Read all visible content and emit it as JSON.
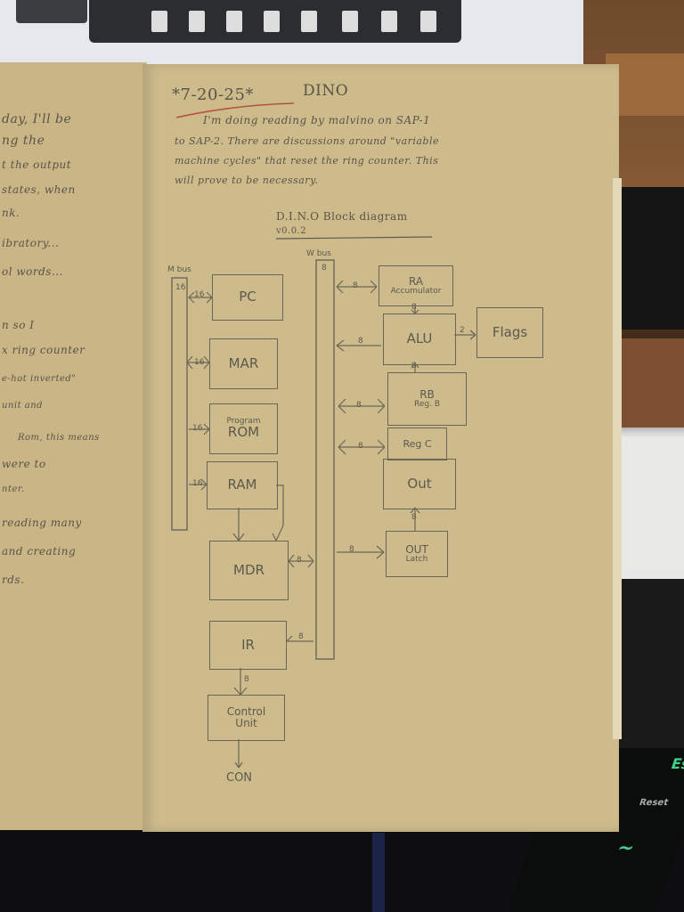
{
  "left_page": {
    "lines": [
      "day, I'll be",
      "ng the",
      "t  the output",
      "states, when",
      "nk.",
      "ibratory...",
      "ol words...",
      "n  so  I",
      "x  ring counter",
      "e-hot inverted\"",
      "unit and",
      "Rom, this means",
      "were  to",
      "nter.",
      "reading  many",
      "and  creating",
      "rds."
    ]
  },
  "right_page": {
    "date": "*7-20-25*",
    "title": "DINO",
    "paragraph": [
      "I'm doing reading by malvino on SAP-1",
      "to SAP-2. There are discussions around \"variable",
      "machine cycles\" that reset the ring counter. This",
      "will prove to be necessary."
    ],
    "diagram_title": "D.I.N.O  Block diagram",
    "diagram_version": "v0.0.2"
  },
  "diagram": {
    "mbus_label": "M bus",
    "mbus_width": "16",
    "wbus_label": "W bus",
    "wbus_width": "8",
    "blocks": {
      "pc": "PC",
      "mar": "MAR",
      "rom_top": "Program",
      "rom": "ROM",
      "ram": "RAM",
      "mdr": "MDR",
      "ir": "IR",
      "control_top": "Control",
      "control_bottom": "Unit",
      "ra_top": "RA",
      "ra_bottom": "Accumulator",
      "alu": "ALU",
      "flags": "Flags",
      "rb_top": "RB",
      "rb_bottom": "Reg. B",
      "regc": "Reg C",
      "out": "Out",
      "outlatch_top": "OUT",
      "outlatch_bottom": "Latch"
    },
    "widths": {
      "pc": "16",
      "mar": "16",
      "rom": "16",
      "ram": "16",
      "mdr": "8",
      "ir": "8",
      "ir_cu": "8",
      "ra": "8",
      "ra_alu": "8",
      "alu": "8",
      "flags": "2",
      "rb": "8",
      "rb_alu": "8",
      "regc": "8",
      "outlatch": "8",
      "latch_out": "8"
    },
    "control_output": "CON"
  },
  "keyboard": {
    "esc": "Esc",
    "reset": "Reset",
    "tilde": "~"
  },
  "colors": {
    "paper": "#cdbb8c",
    "pencil": "#5e594d",
    "date_underline": "#b5533a"
  }
}
